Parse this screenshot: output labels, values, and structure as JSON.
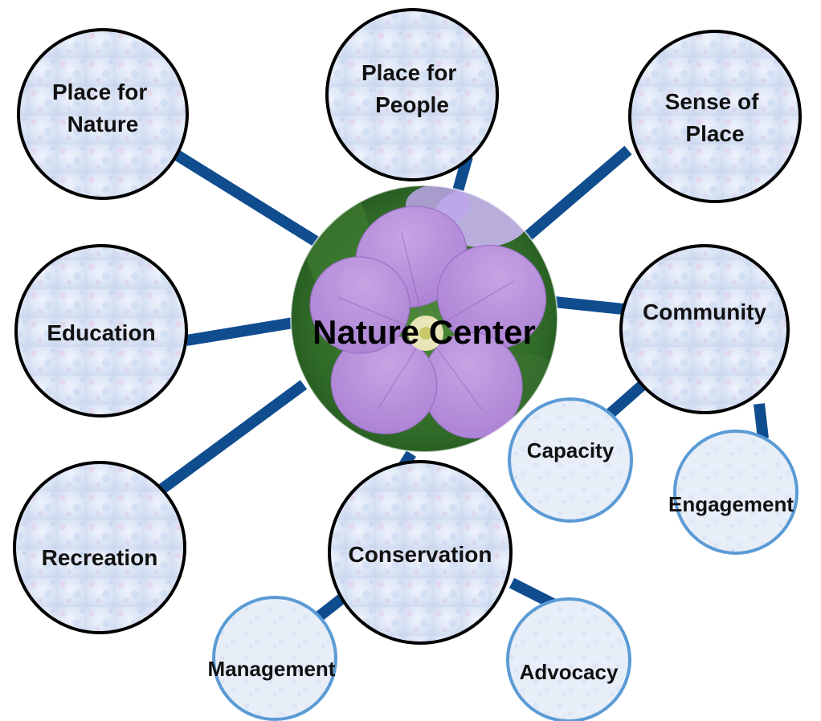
{
  "center": {
    "label": "Nature Center",
    "image": "purple-geranium-flower-photo"
  },
  "nodes": {
    "place_for_nature": {
      "lines": [
        "Place for",
        "Nature"
      ]
    },
    "place_for_people": {
      "lines": [
        "Place for",
        "People"
      ]
    },
    "sense_of_place": {
      "lines": [
        "Sense of",
        "Place"
      ]
    },
    "education": {
      "lines": [
        "Education"
      ]
    },
    "community": {
      "lines": [
        "Community"
      ]
    },
    "recreation": {
      "lines": [
        "Recreation"
      ]
    },
    "conservation": {
      "lines": [
        "Conservation"
      ]
    },
    "capacity": {
      "lines": [
        "Capacity"
      ]
    },
    "engagement": {
      "lines": [
        "Engagement"
      ]
    },
    "management": {
      "lines": [
        "Management"
      ]
    },
    "advocacy": {
      "lines": [
        "Advocacy"
      ]
    }
  },
  "colors": {
    "connector": "#0f4d8f",
    "primary_border": "#000000",
    "secondary_border": "#5b9bd5",
    "bubble_fill_light": "#e6ecf8",
    "bubble_fill_tint": "#c9d5ef",
    "bubble_fill_pink": "#e7d2ec"
  }
}
